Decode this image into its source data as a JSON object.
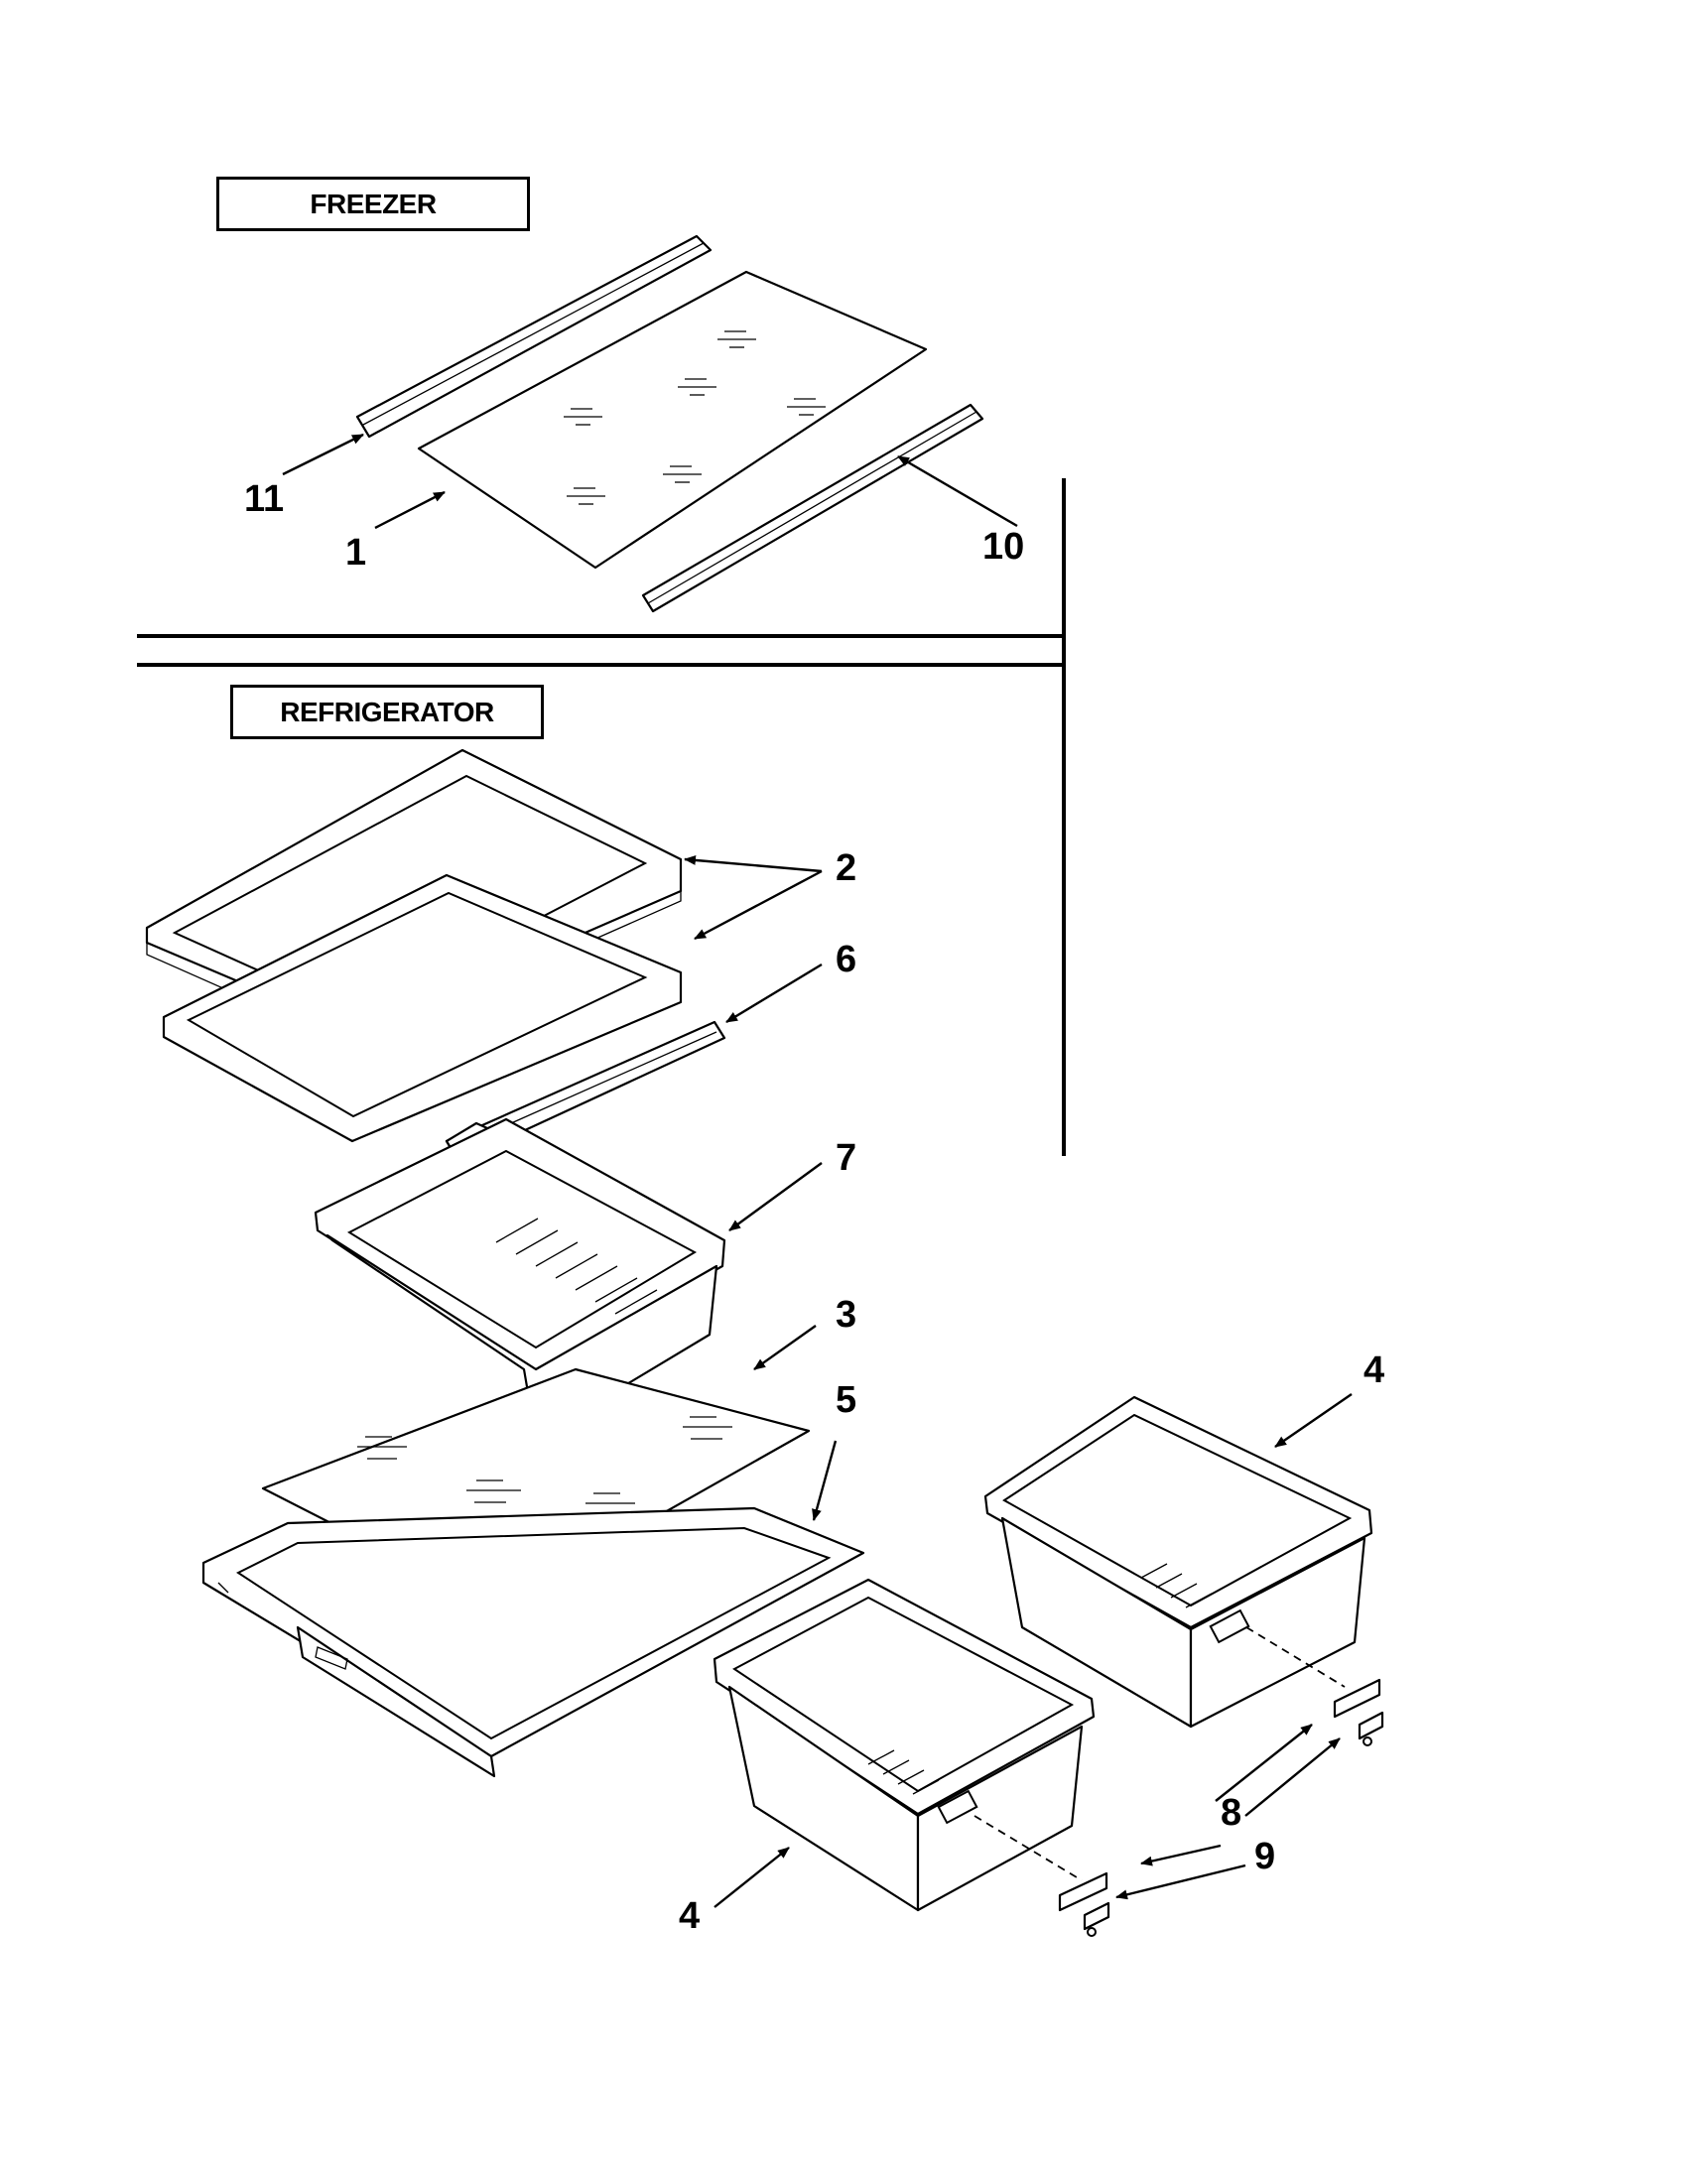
{
  "sections": {
    "freezer": "FREEZER",
    "refrigerator": "REFRIGERATOR"
  },
  "callouts": {
    "c1": "1",
    "c2": "2",
    "c3": "3",
    "c4a": "4",
    "c4b": "4",
    "c5": "5",
    "c6": "6",
    "c7": "7",
    "c8": "8",
    "c9": "9",
    "c10": "10",
    "c11": "11"
  }
}
